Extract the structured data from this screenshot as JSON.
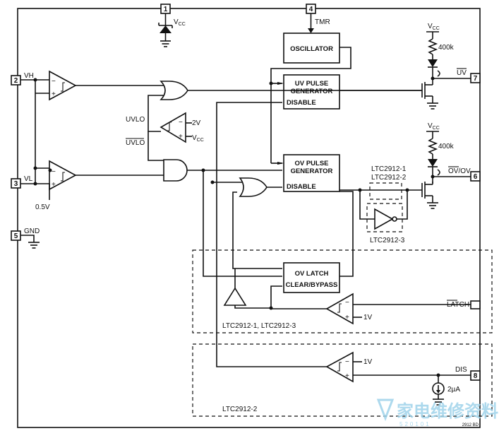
{
  "pins": [
    {
      "num": "1",
      "name": "VCC"
    },
    {
      "num": "2",
      "name": "VH"
    },
    {
      "num": "3",
      "name": "VL"
    },
    {
      "num": "4",
      "name": "TMR"
    },
    {
      "num": "5",
      "name": "GND"
    },
    {
      "num": "6",
      "name": "OV/OV"
    },
    {
      "num": "7",
      "name": "UV"
    },
    {
      "num": "8",
      "name": "DIS"
    }
  ],
  "pin_labels": {
    "tmr": "TMR",
    "vh": "VH",
    "vl": "VL",
    "gnd": "GND",
    "uv_out": "UV",
    "ovov_a": "OV",
    "ovov_b": "/OV",
    "latch": "LATCH",
    "dis": "DIS"
  },
  "vcc": {
    "v": "V",
    "sub": "CC"
  },
  "blocks": {
    "oscillator": "OSCILLATOR",
    "uv_pulse_1": "UV PULSE",
    "uv_pulse_2": "GENERATOR",
    "uv_disable": "DISABLE",
    "ov_pulse_1": "OV PULSE",
    "ov_pulse_2": "GENERATOR",
    "ov_disable": "DISABLE",
    "ov_latch_1": "OV LATCH",
    "ov_latch_2": "CLEAR/BYPASS"
  },
  "labels": {
    "uvlo": "UVLO",
    "uvlo_bar": "UVLO",
    "ref_2v": "2V",
    "ref_05v": "0.5V",
    "ref_1v_latch": "1V",
    "ref_1v_dis": "1V",
    "r_uv": "400k",
    "r_ov": "400k",
    "i_src": "2µA",
    "variant_1": "LTC2912-1",
    "variant_2": "LTC2912-2",
    "variant_3": "LTC2912-3",
    "region_latch": "LTC2912-1, LTC2912-3",
    "region_dis": "LTC2912-2",
    "fig_id": "2912 BD"
  },
  "watermark": {
    "text": "家电维修资料网",
    "url": "520101"
  }
}
